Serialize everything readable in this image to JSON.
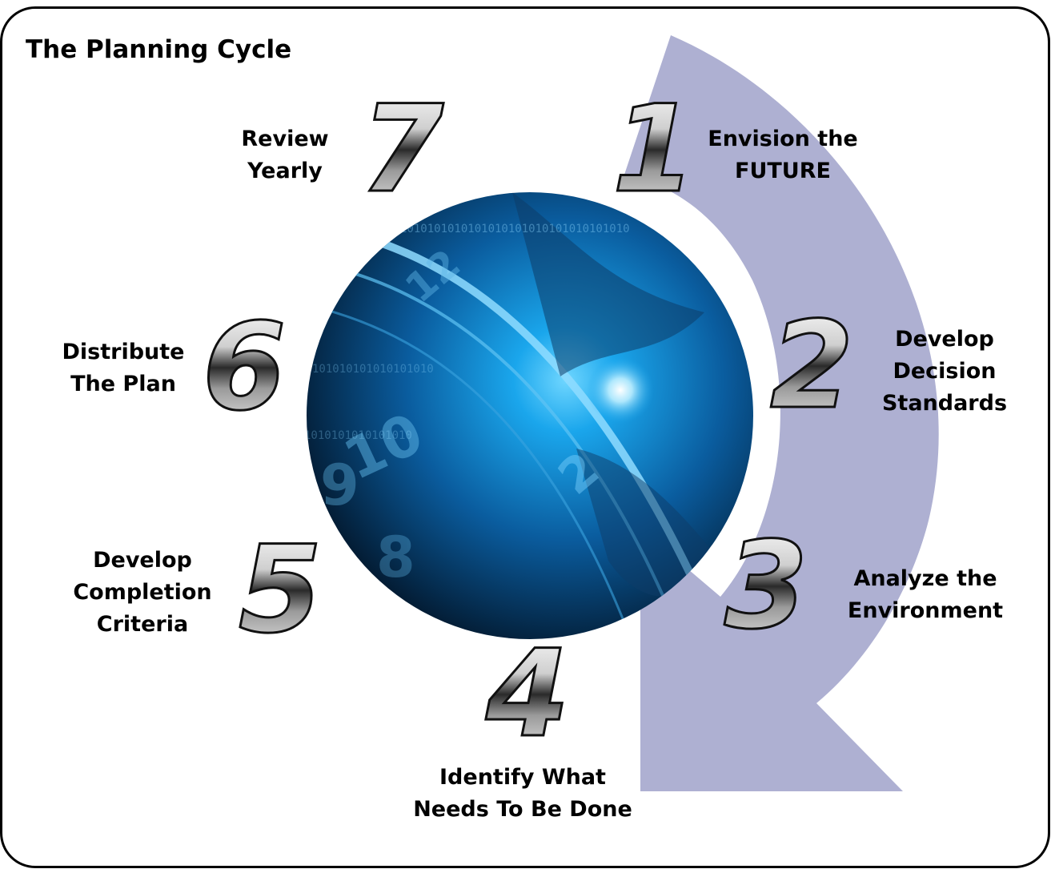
{
  "title": "The Planning Cycle",
  "colors": {
    "arrow": "#aeb0d2",
    "globe_dark": "#021325",
    "globe_light": "#1aa6ec",
    "chrome_light": "#f4f4f4",
    "chrome_dark": "#1a1a1a"
  },
  "steps": [
    {
      "number": "1",
      "lines": [
        "Envision the",
        "FUTURE"
      ]
    },
    {
      "number": "2",
      "lines": [
        "Develop",
        "Decision",
        "Standards"
      ]
    },
    {
      "number": "3",
      "lines": [
        "Analyze the",
        "Environment"
      ]
    },
    {
      "number": "4",
      "lines": [
        "Identify What",
        "Needs To Be Done"
      ]
    },
    {
      "number": "5",
      "lines": [
        "Develop",
        "Completion",
        "Criteria"
      ]
    },
    {
      "number": "6",
      "lines": [
        "Distribute",
        "The Plan"
      ]
    },
    {
      "number": "7",
      "lines": [
        "Review",
        "Yearly"
      ]
    }
  ]
}
